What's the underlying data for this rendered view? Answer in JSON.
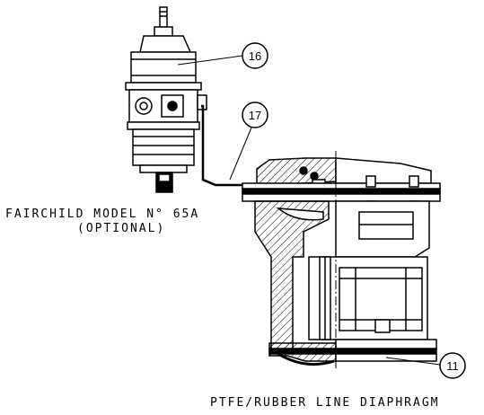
{
  "labels": {
    "regulator_name": "FAIRCHILD MODEL N° 65A",
    "regulator_note": "(OPTIONAL)",
    "diaphragm_note": "PTFE/RUBBER LINE DIAPHRAGM"
  },
  "callouts": {
    "regulator": "16",
    "tubing": "17",
    "diaphragm": "11"
  },
  "colors": {
    "line": "#000000",
    "background": "#ffffff"
  }
}
